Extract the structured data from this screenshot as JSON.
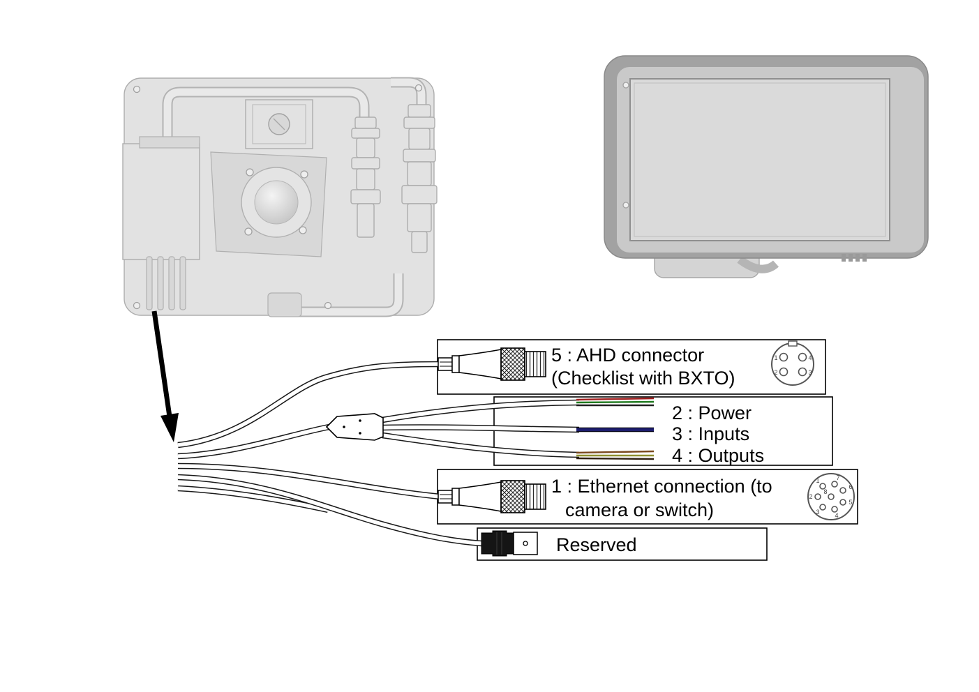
{
  "callouts": {
    "ahd": {
      "line1": "5 : AHD connector",
      "line2": "(Checklist with BXTO)"
    },
    "wires": {
      "power": "2 : Power",
      "inputs": "3 : Inputs",
      "outputs": "4 : Outputs"
    },
    "ethernet": {
      "line1": "1 : Ethernet connection (to",
      "line2": "camera or switch)"
    },
    "reserved": {
      "label": "Reserved"
    }
  },
  "pinouts": {
    "ahd": {
      "pins": [
        "1",
        "4",
        "2",
        "3"
      ]
    },
    "ethernet": {
      "pins": [
        "1",
        "2",
        "3",
        "4",
        "5",
        "6",
        "7",
        "8"
      ]
    }
  },
  "colors": {
    "power_wires": [
      "#a02020",
      "#1f7a1f",
      "#202020"
    ],
    "input_wire": "#1c1c6e",
    "output_wires": [
      "#7a4a1f",
      "#8f8f2f",
      "#2f2012"
    ],
    "cable_outline": "#1a1a1a",
    "box_border": "#000000"
  }
}
